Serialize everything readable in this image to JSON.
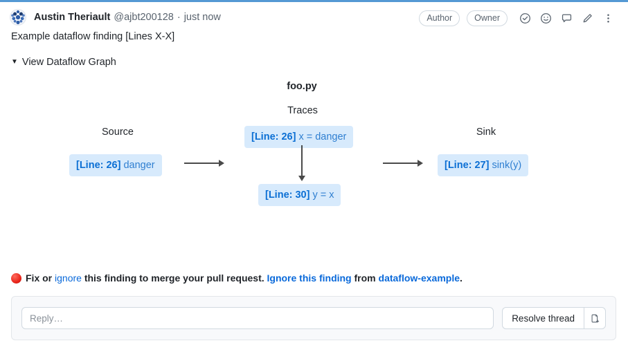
{
  "header": {
    "avatar_name": "user-avatar",
    "author_name": "Austin Theriault",
    "handle": "@ajbt200128",
    "separator": "·",
    "timestamp": "just now",
    "badges": [
      {
        "label": "Author",
        "name": "author-badge"
      },
      {
        "label": "Owner",
        "name": "owner-badge"
      }
    ],
    "icons": [
      {
        "name": "check-circle-icon",
        "title": "Resolve"
      },
      {
        "name": "smiley-icon",
        "title": "Add reaction"
      },
      {
        "name": "comment-icon",
        "title": "Quote reply"
      },
      {
        "name": "pencil-icon",
        "title": "Edit"
      },
      {
        "name": "kebab-menu-icon",
        "title": "More options"
      }
    ]
  },
  "comment": {
    "body": "Example dataflow finding [Lines X-X]",
    "disclosure_marker": "▼",
    "disclosure_label": "View Dataflow Graph"
  },
  "graph": {
    "file_title": "foo.py",
    "columns": [
      {
        "label": "Source",
        "name": "source-column"
      },
      {
        "label": "Traces",
        "name": "traces-column"
      },
      {
        "label": "Sink",
        "name": "sink-column"
      }
    ],
    "source_node": {
      "lineno": "[Line: 26]",
      "code": "danger"
    },
    "trace_nodes": [
      {
        "lineno": "[Line: 26]",
        "code": "x = danger"
      },
      {
        "lineno": "[Line: 30]",
        "code": "y = x"
      }
    ],
    "sink_node": {
      "lineno": "[Line: 27]",
      "code": "sink(y)"
    }
  },
  "status": {
    "indicator": "red-status-dot",
    "text_1": "Fix or ",
    "link_1": "ignore",
    "text_2": " this finding to merge your pull request. ",
    "link_2": "Ignore this finding",
    "text_3": " from ",
    "link_3": "dataflow-example",
    "text_4": "."
  },
  "composer": {
    "reply_placeholder": "Reply…",
    "reply_value": "",
    "resolve_label": "Resolve thread",
    "attach_icon": "add-file-icon"
  },
  "colors": {
    "accent_top": "#5499d4",
    "node_bg": "#d7eafc",
    "node_lineno": "#0b6fd4",
    "node_code": "#2f7fd1",
    "link": "#0969da",
    "status_red": "#e8241a",
    "composer_bg": "#f8f9fb"
  }
}
